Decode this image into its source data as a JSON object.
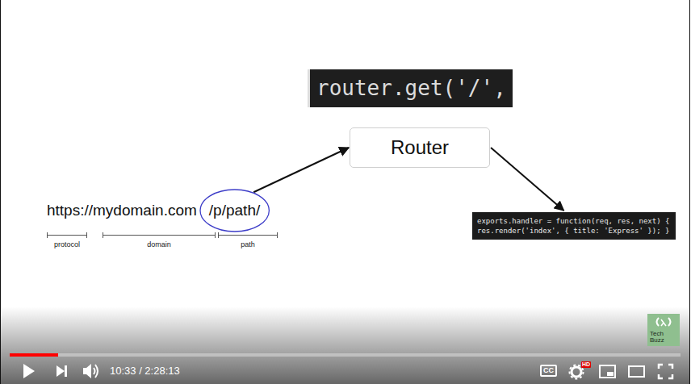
{
  "diagram": {
    "nodes": [
      {
        "text": [
          "router.get('/',"
        ]
      },
      {
        "text": [
          "Router"
        ]
      },
      {
        "text": [
          "/p/path/"
        ]
      },
      {
        "text": [
          "exports.handler = function(req, res, next) { res.render('index', { title: 'Express' }); }"
        ]
      }
    ],
    "edges": [
      {
        "from": 2,
        "to": 1,
        "arrow": "to"
      },
      {
        "from": 1,
        "to": 3,
        "arrow": "to"
      }
    ],
    "labels": [
      "https://mydomain.com",
      "protocol",
      "domain",
      "path",
      "10:33 / 2:28:13",
      "CC",
      "HD",
      "Tech Buzz"
    ]
  }
}
